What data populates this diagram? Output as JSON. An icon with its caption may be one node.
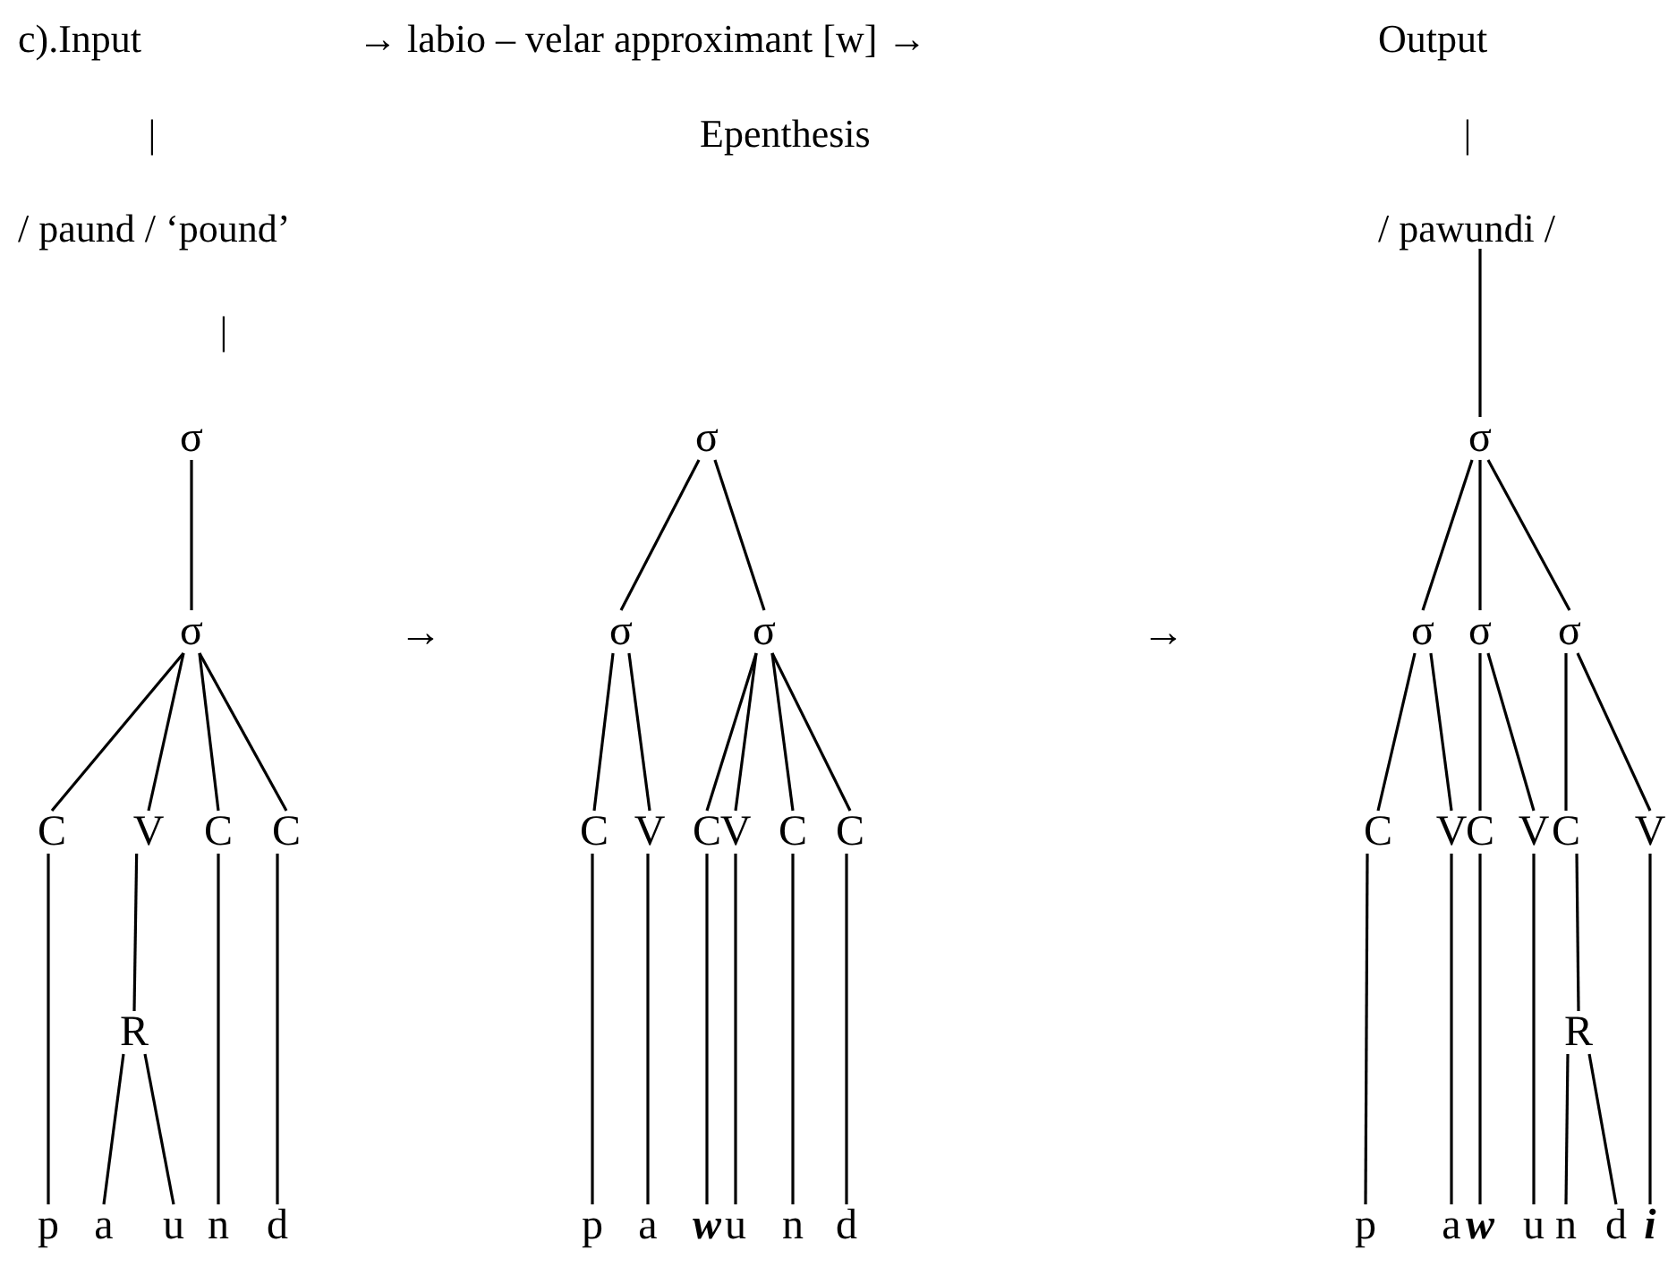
{
  "diagram": {
    "nodes": [
      {
        "text": [
          "c).Input"
        ]
      },
      {
        "text": [
          "Output"
        ]
      },
      {
        "text": [
          "/ paund / ‘pound’"
        ]
      },
      {
        "text": [
          "/ pawundi /"
        ]
      },
      {
        "text": [
          "σ"
        ]
      },
      {
        "text": [
          "σ"
        ]
      },
      {
        "text": [
          "C"
        ]
      },
      {
        "text": [
          "V"
        ]
      },
      {
        "text": [
          "C"
        ]
      },
      {
        "text": [
          "C"
        ]
      },
      {
        "text": [
          "R"
        ]
      },
      {
        "text": [
          "p"
        ]
      },
      {
        "text": [
          "a"
        ]
      },
      {
        "text": [
          "u"
        ]
      },
      {
        "text": [
          "n"
        ]
      },
      {
        "text": [
          "d"
        ]
      },
      {
        "text": [
          "σ"
        ]
      },
      {
        "text": [
          "σ"
        ]
      },
      {
        "text": [
          "σ"
        ]
      },
      {
        "text": [
          "C"
        ]
      },
      {
        "text": [
          "V"
        ]
      },
      {
        "text": [
          "C"
        ]
      },
      {
        "text": [
          "V"
        ]
      },
      {
        "text": [
          "C"
        ]
      },
      {
        "text": [
          "C"
        ]
      },
      {
        "text": [
          "p"
        ]
      },
      {
        "text": [
          "a"
        ]
      },
      {
        "text": [
          "w"
        ]
      },
      {
        "text": [
          "u"
        ]
      },
      {
        "text": [
          "n"
        ]
      },
      {
        "text": [
          "d"
        ]
      },
      {
        "text": [
          "σ"
        ]
      },
      {
        "text": [
          "σ"
        ]
      },
      {
        "text": [
          "σ"
        ]
      },
      {
        "text": [
          "σ"
        ]
      },
      {
        "text": [
          "C"
        ]
      },
      {
        "text": [
          "V"
        ]
      },
      {
        "text": [
          "C"
        ]
      },
      {
        "text": [
          "V"
        ]
      },
      {
        "text": [
          "C"
        ]
      },
      {
        "text": [
          "V"
        ]
      },
      {
        "text": [
          "R"
        ]
      },
      {
        "text": [
          "p"
        ]
      },
      {
        "text": [
          "a"
        ]
      },
      {
        "text": [
          "w"
        ]
      },
      {
        "text": [
          "u"
        ]
      },
      {
        "text": [
          "n"
        ]
      },
      {
        "text": [
          "d"
        ]
      },
      {
        "text": [
          "i"
        ]
      }
    ],
    "edges": [
      {
        "from": 4,
        "to": 5,
        "arrow": "none"
      },
      {
        "from": 5,
        "to": 6,
        "arrow": "none"
      },
      {
        "from": 5,
        "to": 7,
        "arrow": "none"
      },
      {
        "from": 5,
        "to": 8,
        "arrow": "none"
      },
      {
        "from": 5,
        "to": 9,
        "arrow": "none"
      },
      {
        "from": 6,
        "to": 11,
        "arrow": "none"
      },
      {
        "from": 7,
        "to": 10,
        "arrow": "none"
      },
      {
        "from": 10,
        "to": 12,
        "arrow": "none"
      },
      {
        "from": 10,
        "to": 13,
        "arrow": "none"
      },
      {
        "from": 8,
        "to": 14,
        "arrow": "none"
      },
      {
        "from": 9,
        "to": 15,
        "arrow": "none"
      },
      {
        "from": 16,
        "to": 17,
        "arrow": "none"
      },
      {
        "from": 16,
        "to": 18,
        "arrow": "none"
      },
      {
        "from": 17,
        "to": 19,
        "arrow": "none"
      },
      {
        "from": 17,
        "to": 20,
        "arrow": "none"
      },
      {
        "from": 18,
        "to": 21,
        "arrow": "none"
      },
      {
        "from": 18,
        "to": 22,
        "arrow": "none"
      },
      {
        "from": 18,
        "to": 23,
        "arrow": "none"
      },
      {
        "from": 18,
        "to": 24,
        "arrow": "none"
      },
      {
        "from": 19,
        "to": 25,
        "arrow": "none"
      },
      {
        "from": 20,
        "to": 26,
        "arrow": "none"
      },
      {
        "from": 21,
        "to": 27,
        "arrow": "none"
      },
      {
        "from": 22,
        "to": 28,
        "arrow": "none"
      },
      {
        "from": 23,
        "to": 29,
        "arrow": "none"
      },
      {
        "from": 24,
        "to": 30,
        "arrow": "none"
      },
      {
        "from": 3,
        "to": 31,
        "arrow": "none"
      },
      {
        "from": 31,
        "to": 32,
        "arrow": "none"
      },
      {
        "from": 31,
        "to": 33,
        "arrow": "none"
      },
      {
        "from": 31,
        "to": 34,
        "arrow": "none"
      },
      {
        "from": 32,
        "to": 35,
        "arrow": "none"
      },
      {
        "from": 32,
        "to": 36,
        "arrow": "none"
      },
      {
        "from": 33,
        "to": 37,
        "arrow": "none"
      },
      {
        "from": 33,
        "to": 38,
        "arrow": "none"
      },
      {
        "from": 34,
        "to": 39,
        "arrow": "none"
      },
      {
        "from": 34,
        "to": 40,
        "arrow": "none"
      },
      {
        "from": 35,
        "to": 42,
        "arrow": "none"
      },
      {
        "from": 36,
        "to": 43,
        "arrow": "none"
      },
      {
        "from": 37,
        "to": 44,
        "arrow": "none"
      },
      {
        "from": 38,
        "to": 45,
        "arrow": "none"
      },
      {
        "from": 39,
        "to": 41,
        "arrow": "none"
      },
      {
        "from": 41,
        "to": 46,
        "arrow": "none"
      },
      {
        "from": 41,
        "to": 47,
        "arrow": "none"
      },
      {
        "from": 40,
        "to": 48,
        "arrow": "none"
      }
    ],
    "labels": [
      "→ labio – velar approximant [w] →",
      "|",
      "Epenthesis",
      "|",
      "|",
      "→",
      "→"
    ]
  }
}
